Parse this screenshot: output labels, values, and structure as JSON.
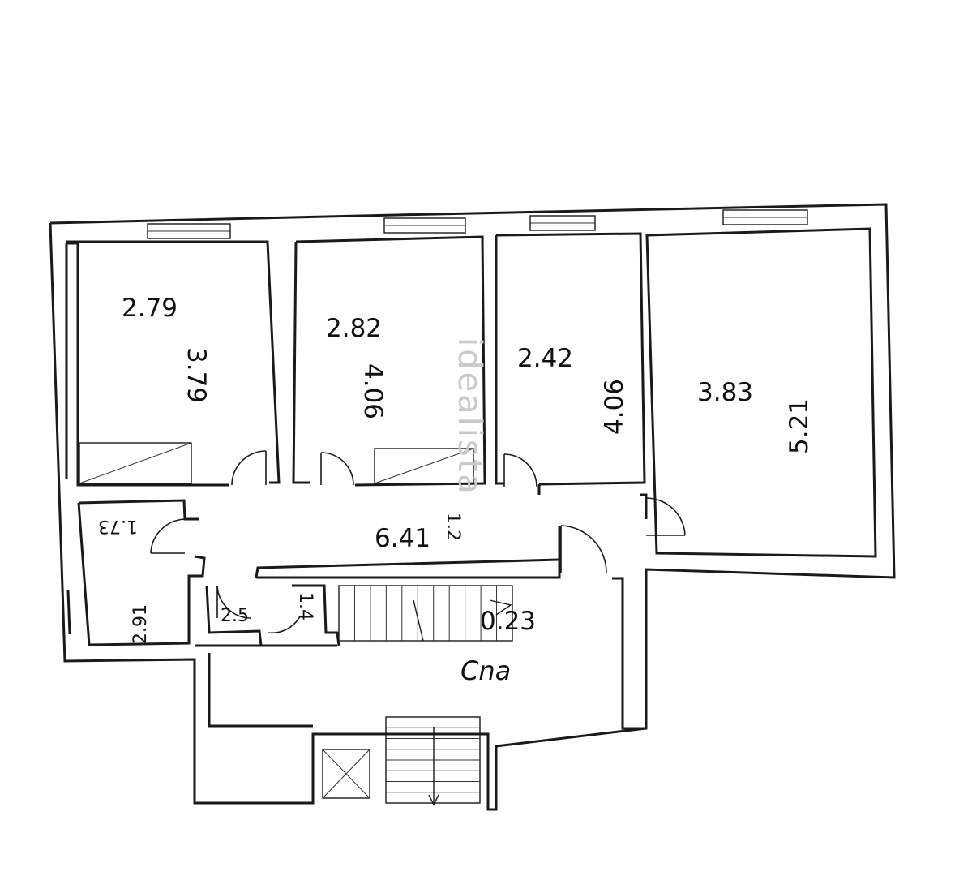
{
  "rooms": {
    "room1": {
      "width": "2.79",
      "length": "3.79"
    },
    "room2": {
      "width": "2.82",
      "length": "4.06"
    },
    "room3": {
      "width": "2.42",
      "length": "4.06"
    },
    "room4": {
      "width": "3.83",
      "length": "5.21"
    },
    "bath": {
      "width": "1.73",
      "length": "2.91"
    },
    "wc": {
      "width": "2.5",
      "length": "1.4"
    },
    "hall": {
      "length": "6.41",
      "width": "1.2"
    },
    "stair_landing": {
      "value": "0.23"
    },
    "common_area": {
      "label": "Сna"
    }
  },
  "watermark": "idealista"
}
